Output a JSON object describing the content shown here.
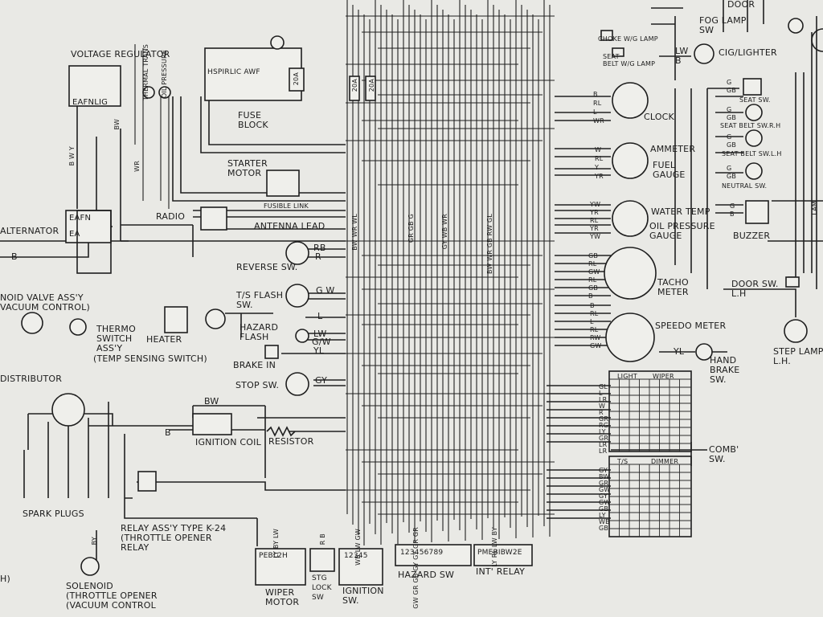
{
  "components": {
    "voltage_regulator": "VOLTAGE\nREGULATOR",
    "voltage_regulator_pins": "EAFNLIG",
    "alternator": "ALTERNATOR",
    "alternator_pins_top": "EAFN",
    "alternator_pins_bottom": "EA",
    "fuse_block": "FUSE\nBLOCK",
    "starter_motor": "STARTER\nMOTOR",
    "fusible_link": "FUSIBLE LINK",
    "radio": "RADIO",
    "antenna_lead": "ANTENNA LEAD",
    "reverse_sw": "REVERSE SW.",
    "ts_flash_sw": "T/S FLASH\nSW.",
    "hazard_flash": "HAZARD\nFLASH",
    "brake_in": "BRAKE IN",
    "stop_sw": "STOP SW.",
    "heater": "HEATER",
    "thermo_switch": "THERMO\nSWITCH\nASS'Y",
    "temp_sensing": "(TEMP SENSING SWITCH)",
    "solenoid_valve": "NOID VALVE ASS'Y\nVACUUM CONTROL)",
    "distributor": "DISTRIBUTOR",
    "ignition_coil": "IGNITION COIL",
    "resistor": "RESISTOR",
    "spark_plugs": "SPARK PLUGS",
    "relay": "RELAY ASS'Y TYPE K-24\n(THROTTLE OPENER\nRELAY",
    "solenoid": "SOLENOID\n(THROTTLE OPENER\n(VACUUM CONTROL",
    "wiper_motor": "WIPER\nMOTOR",
    "stg_lock_sw": "STG\nLOCK\nSW",
    "ignition_sw": "IGNITION\nSW.",
    "hazard_sw": "HAZARD SW",
    "int_relay": "INT' RELAY",
    "clock": "CLOCK",
    "ammeter": "AMMETER",
    "fuel_gauge": "FUEL\nGAUGE",
    "water_temp": "WATER TEMP",
    "oil_pressure_gauge": "OIL PRESSURE\nGAUGE",
    "tacho_meter": "TACHO\nMETER",
    "speedo_meter": "SPEEDO METER",
    "hand_brake_sw": "HAND\nBRAKE\nSW.",
    "comb_sw": "COMB'\nSW.",
    "fog_lamp_sw": "FOG LAMP\nSW",
    "cig_lighter": "CIG/LIGHTER",
    "seat_sw": "SEAT SW.",
    "seat_belt_sw_rh": "SEAT BELT SW.R.H",
    "seat_belt_sw_lh": "SEAT BELT SW.L.H",
    "neutral_sw": "NEUTRAL SW.",
    "buzzer": "BUZZER",
    "door_sw": "DOOR SW.\nL.H",
    "step_lamp": "STEP LAMP\nL.H.",
    "choke_lamp": "CHOKE W/G LAMP",
    "seat_belt_lamp": "SEAT\nBELT W/G LAMP",
    "thermal_trans": "THERMAL TRANS",
    "oil_pressure_sw": "OIL PRESSURE",
    "fuse_20a_1": "20A",
    "fuse_20a_2": "20A",
    "fuse_20a_3": "20A",
    "fuse_top_labels": "HSPIRLIC AWF",
    "wiper_pins": "PEBL2H",
    "int_relay_pins": "PMEBIBW2E",
    "hazard_pins": "123456789",
    "ign_pins": "12345",
    "door_label_partial": "DOOR",
    "lamp_label_partial": "LAM",
    "h_partial": "H)",
    "light_header": "LIGHT",
    "wiper_header": "WIPER",
    "ts_header": "T/S",
    "dimmer_header": "DIMMER"
  },
  "wire_codes": {
    "b_alt": "B",
    "bw_reg": "BW",
    "bwy": "B W Y",
    "wr": "WR",
    "rb": "RB",
    "r": "R",
    "gw": "G W",
    "l": "L",
    "lw": "LW",
    "g_w": "G/W",
    "yl": "YL",
    "gy": "GY",
    "bw_coil": "BW",
    "b_coil": "B",
    "yl_hand": "YL",
    "lw_cig": "LW\nB",
    "by": "BY",
    "clock_codes": "B\nRL\nL\nWR",
    "amm_codes": "W\nRL\nY\nYR",
    "wt_codes": "YW\nYR\nRL\nYR\nYW",
    "tacho_codes": "GB\nRL\nGW\nRL\nGB\nB",
    "speedo_codes": "B\nRL\nL\nRL\nRW\nGW",
    "comb_codes_1": "GL\nL\nLR\nW\nR\nGR\nRG\nLY\nGR\nLR\nLR",
    "comb_codes_2": "GY\nBW\nGR\nGW\nGY\nGW\nGB\nLY\nWB\nGB",
    "column_codes_a": "BW\nWR\nWL",
    "column_codes_b": "GR\nGB\nG",
    "column_codes_c": "GY\nWB\nWR",
    "column_codes_d": "BW\nWR\nGB\nRW\nGL",
    "bottom_codes_wiper": "LY\nBY\nLW",
    "bottom_codes_stg": "R\nB",
    "bottom_codes_ign": "WB\nLW\nGW",
    "bottom_codes_haz": "GW\nGR\nGB\nGY\nGY\nGR\nGR",
    "bottom_codes_int": "LY\nRL\nLW\nBY",
    "seat_codes": "G\nGB",
    "seat_codes_2": "G\nGB",
    "seat_codes_3": "G\nGB",
    "neutral_codes": "G\nGB",
    "buzzer_codes": "G\nB"
  }
}
